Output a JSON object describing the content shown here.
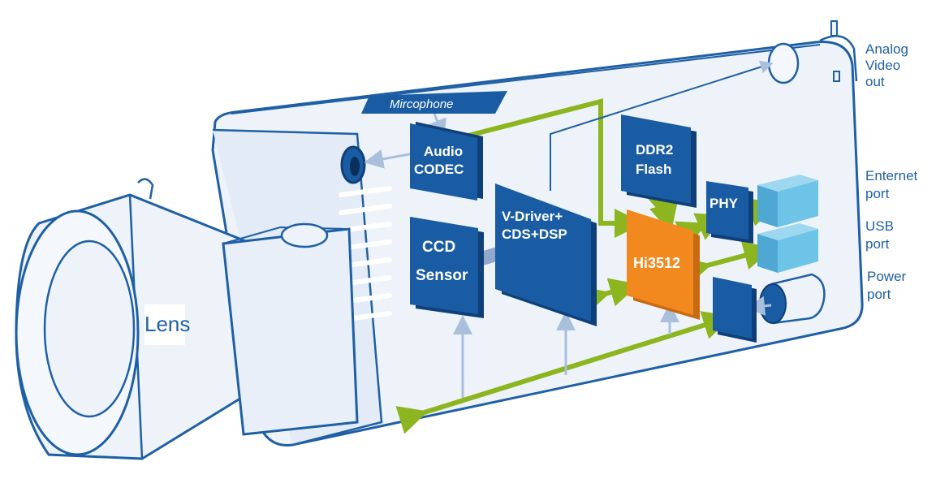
{
  "labels": {
    "microphone": "Mircophone",
    "audio_codec": [
      "Audio",
      "CODEC"
    ],
    "ccd_sensor": [
      "CCD",
      "Sensor"
    ],
    "vdriver": [
      "V-Driver+",
      "CDS+DSP"
    ],
    "ddr2_flash": [
      "DDR2",
      "Flash"
    ],
    "phy": "PHY",
    "soc": "Hi3512",
    "lens": "Lens"
  },
  "ports": {
    "analog_video": [
      "Analog",
      "Video",
      "out"
    ],
    "ethernet": [
      "Enternet",
      "port"
    ],
    "usb": [
      "USB",
      "port"
    ],
    "power": [
      "Power",
      "port"
    ]
  },
  "colors": {
    "outline": "#1f5fa5",
    "body_fill": "#eef3fa",
    "chip_blue": "#1a5ca3",
    "chip_orange": "#f2891f",
    "bus_green": "#8cb51f",
    "port_cyan": "#6ec4e6"
  }
}
